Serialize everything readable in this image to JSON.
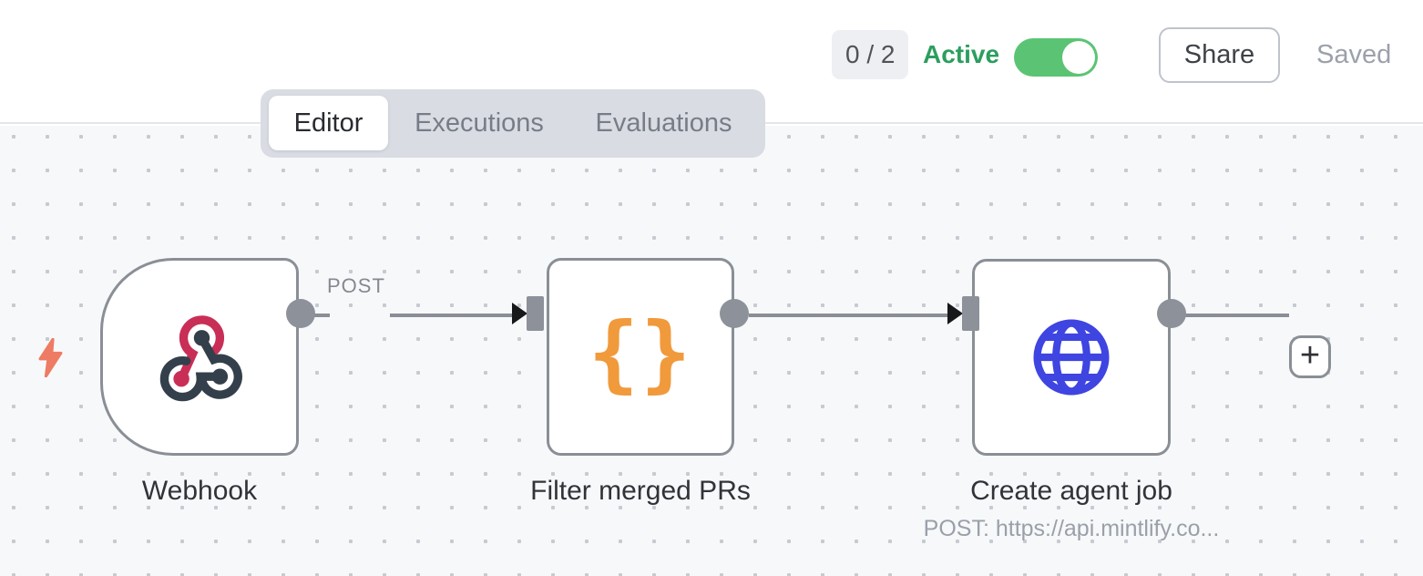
{
  "header": {
    "counter": "0 / 2",
    "active_label": "Active",
    "toggle_state": "on",
    "share_label": "Share",
    "saved_label": "Saved"
  },
  "tabs": {
    "editor": "Editor",
    "executions": "Executions",
    "evaluations": "Evaluations"
  },
  "workflow": {
    "nodes": [
      {
        "title": "Webhook",
        "icon": "webhook-icon",
        "output_label": "POST"
      },
      {
        "title": "Filter merged PRs",
        "icon": "code-braces-icon",
        "icon_glyph": "{}"
      },
      {
        "title": "Create agent job",
        "icon": "globe-icon",
        "subtitle": "POST: https://api.mintlify.co..."
      }
    ],
    "add_button_label": "+"
  },
  "colors": {
    "active_green": "#2c9e5f",
    "toggle_green": "#5bc474",
    "trigger_bolt_coral": "#ee7b64",
    "webhook_pink": "#c92e57",
    "webhook_slate": "#33404b",
    "braces_orange": "#f09a3c",
    "globe_blue": "#3e45e0",
    "port_gray": "#8d9199",
    "canvas_bg": "#f7f8fa"
  }
}
